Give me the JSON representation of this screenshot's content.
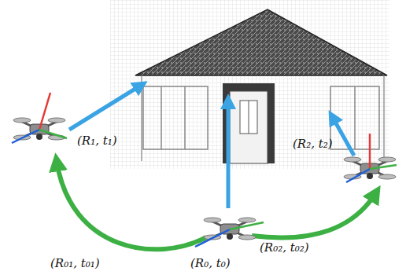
{
  "diagram": {
    "labels": [
      "(R₁, t₁)",
      "(R₂, t₂)",
      "(R₀₁, t₀₁)",
      "(R₀₂, t₀₂)",
      "(R₀, t₀)"
    ]
  }
}
